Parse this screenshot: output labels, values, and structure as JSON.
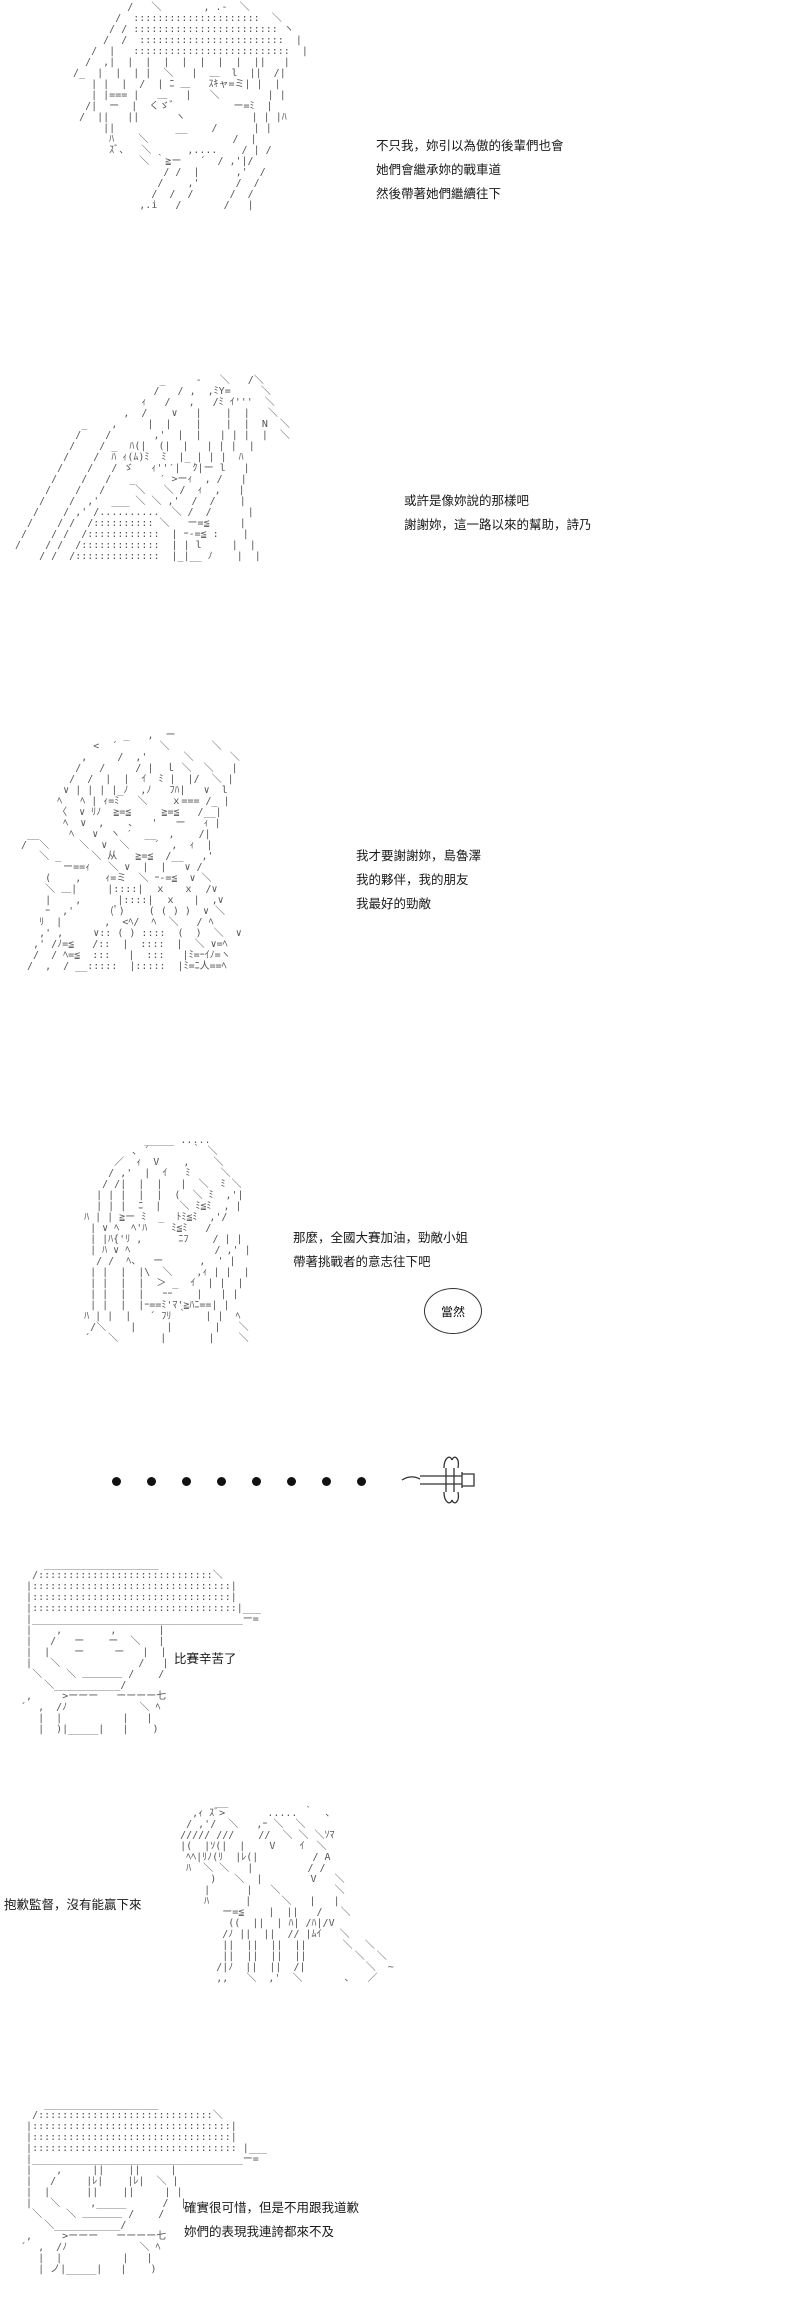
{
  "panel1": {
    "lines": [
      "不只我，妳引以為傲的後輩們也會",
      "她們會繼承妳的戰車道",
      "然後帶著她們繼續往下"
    ]
  },
  "panel2": {
    "lines": [
      "或許是像妳說的那樣吧",
      "謝謝妳，這一路以來的幫助，詩乃"
    ]
  },
  "panel3": {
    "lines": [
      "我才要謝謝妳，島魯澤",
      "我的夥伴，我的朋友",
      "我最好的勁敵"
    ]
  },
  "panel4": {
    "lines": [
      "那麼，全國大賽加油，勁敵小姐",
      "帶著挑戰者的意志往下吧"
    ],
    "bubble": "當然"
  },
  "transition": {
    "dot_count": 8,
    "icon": "arrow-right-icon"
  },
  "panel5": {
    "lines": [
      "比賽辛苦了"
    ]
  },
  "panel6": {
    "lines": [
      "抱歉監督，沒有能贏下來"
    ]
  },
  "panel7": {
    "lines": [
      "確實很可惜，但是不用跟我道歉",
      "妳們的表現我連誇都來不及"
    ]
  }
}
